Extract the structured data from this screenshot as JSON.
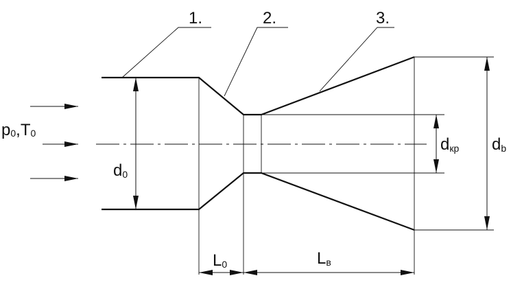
{
  "diagram": {
    "callouts": {
      "one": "1.",
      "two": "2.",
      "three": "3."
    },
    "inlet": {
      "p": "p",
      "p_sub": "0",
      "comma": ",",
      "t": "T",
      "t_sub": "0"
    },
    "dims": {
      "d0": {
        "main": "d",
        "sub": "0"
      },
      "dkr": {
        "main": "d",
        "sub": "кр"
      },
      "db": {
        "main": "d",
        "sub": "b"
      },
      "L0": {
        "main": "L",
        "sub": "0"
      },
      "LB": {
        "main": "L",
        "sub": "в"
      }
    }
  }
}
